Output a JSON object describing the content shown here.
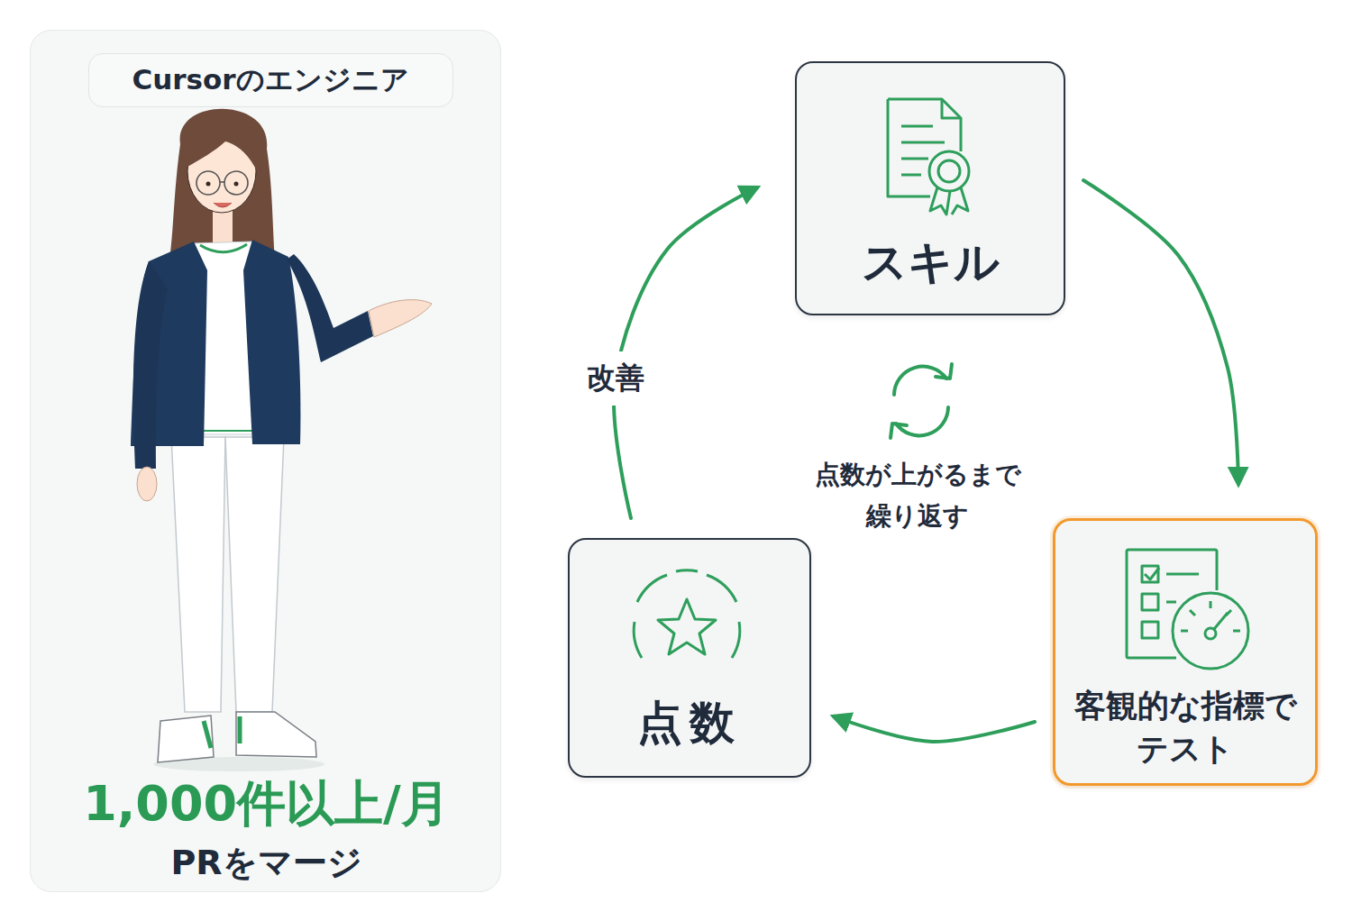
{
  "diagram": {
    "nodes": [
      {
        "text": [
          "1,000件以上/月",
          "PRをマージ"
        ]
      },
      {
        "text": [
          "Cursorのエンジニア"
        ],
        "in": 0
      },
      {
        "text": [
          "スキル"
        ]
      },
      {
        "text": [
          "客観的な指標でテスト"
        ]
      },
      {
        "text": [
          "点数"
        ]
      }
    ],
    "edges": [
      {
        "from": 2,
        "to": 3,
        "arrow": "to"
      },
      {
        "from": 3,
        "to": 4,
        "arrow": "to"
      },
      {
        "from": 4,
        "to": 2,
        "label": "改善",
        "arrow": "to"
      }
    ],
    "labels": [
      "点数が上がるまで 繰り返す"
    ]
  }
}
